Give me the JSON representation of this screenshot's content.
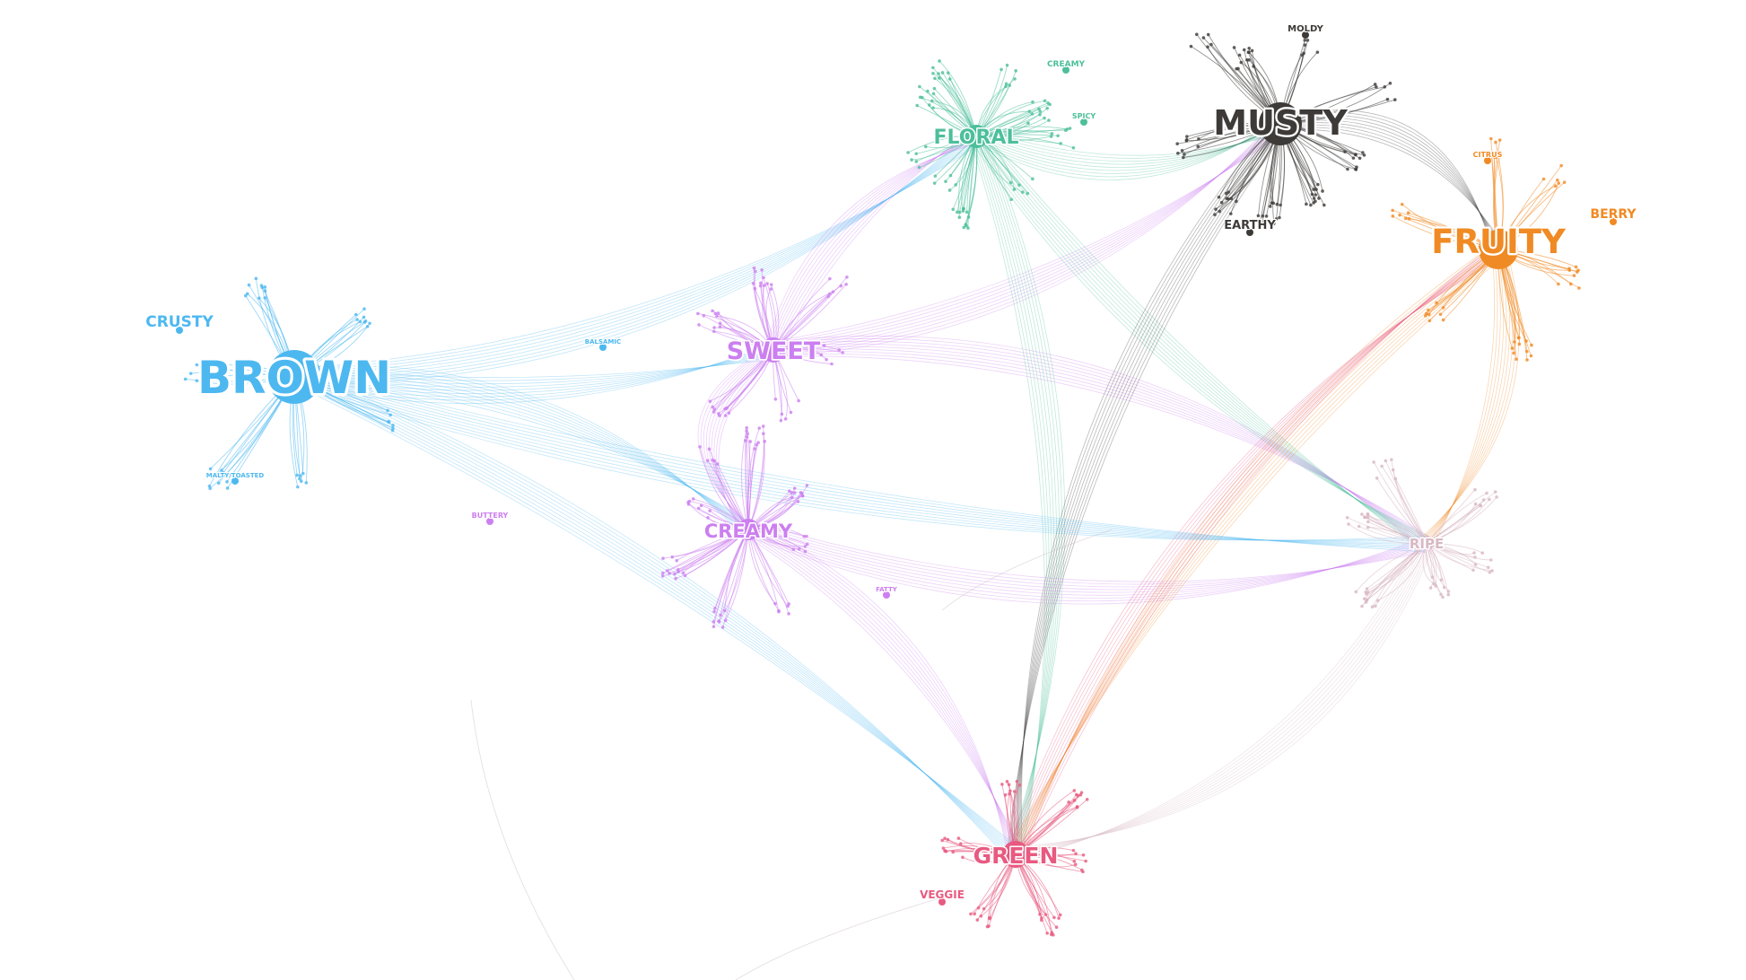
{
  "diagram": {
    "type": "clustered network graph",
    "clusters": [
      {
        "id": "brown",
        "label": "BROWN",
        "color": "#4db8f0",
        "subs": [
          {
            "label": "CRUSTY"
          },
          {
            "label": "MALTY/TOASTED"
          },
          {
            "label": "BALSAMIC"
          }
        ]
      },
      {
        "id": "sweet",
        "label": "SWEET",
        "color": "#cc7ff0",
        "subs": [
          {
            "label": "BUTTERY"
          }
        ]
      },
      {
        "id": "creamy",
        "label": "CREAMY",
        "color": "#cc7ff0",
        "subs": [
          {
            "label": "FATTY"
          }
        ]
      },
      {
        "id": "floral",
        "label": "FLORAL",
        "color": "#4dbf9a",
        "subs": [
          {
            "label": "CREAMY"
          },
          {
            "label": "SPICY"
          }
        ]
      },
      {
        "id": "musty",
        "label": "MUSTY",
        "color": "#3d3a38",
        "subs": [
          {
            "label": "MOLDY"
          },
          {
            "label": "EARTHY"
          }
        ]
      },
      {
        "id": "fruity",
        "label": "FRUITY",
        "color": "#f08a24",
        "subs": [
          {
            "label": "CITRUS"
          },
          {
            "label": "BERRY"
          }
        ]
      },
      {
        "id": "ripe",
        "label": "RIPE",
        "color": "#d8b8c4",
        "subs": []
      },
      {
        "id": "green",
        "label": "GREEN",
        "color": "#e85a80",
        "subs": [
          {
            "label": "VEGGIE"
          }
        ]
      }
    ],
    "links": [
      {
        "from": "brown",
        "to": "sweet"
      },
      {
        "from": "brown",
        "to": "creamy"
      },
      {
        "from": "brown",
        "to": "floral"
      },
      {
        "from": "brown",
        "to": "green"
      },
      {
        "from": "sweet",
        "to": "creamy"
      },
      {
        "from": "sweet",
        "to": "floral"
      },
      {
        "from": "sweet",
        "to": "musty"
      },
      {
        "from": "sweet",
        "to": "ripe"
      },
      {
        "from": "floral",
        "to": "musty"
      },
      {
        "from": "floral",
        "to": "green"
      },
      {
        "from": "floral",
        "to": "ripe"
      },
      {
        "from": "musty",
        "to": "fruity"
      },
      {
        "from": "musty",
        "to": "green"
      },
      {
        "from": "creamy",
        "to": "green"
      },
      {
        "from": "creamy",
        "to": "ripe"
      },
      {
        "from": "fruity",
        "to": "ripe"
      },
      {
        "from": "fruity",
        "to": "green"
      },
      {
        "from": "ripe",
        "to": "green"
      },
      {
        "from": "brown",
        "to": "ripe"
      },
      {
        "from": "green",
        "to": "fruity"
      }
    ]
  }
}
